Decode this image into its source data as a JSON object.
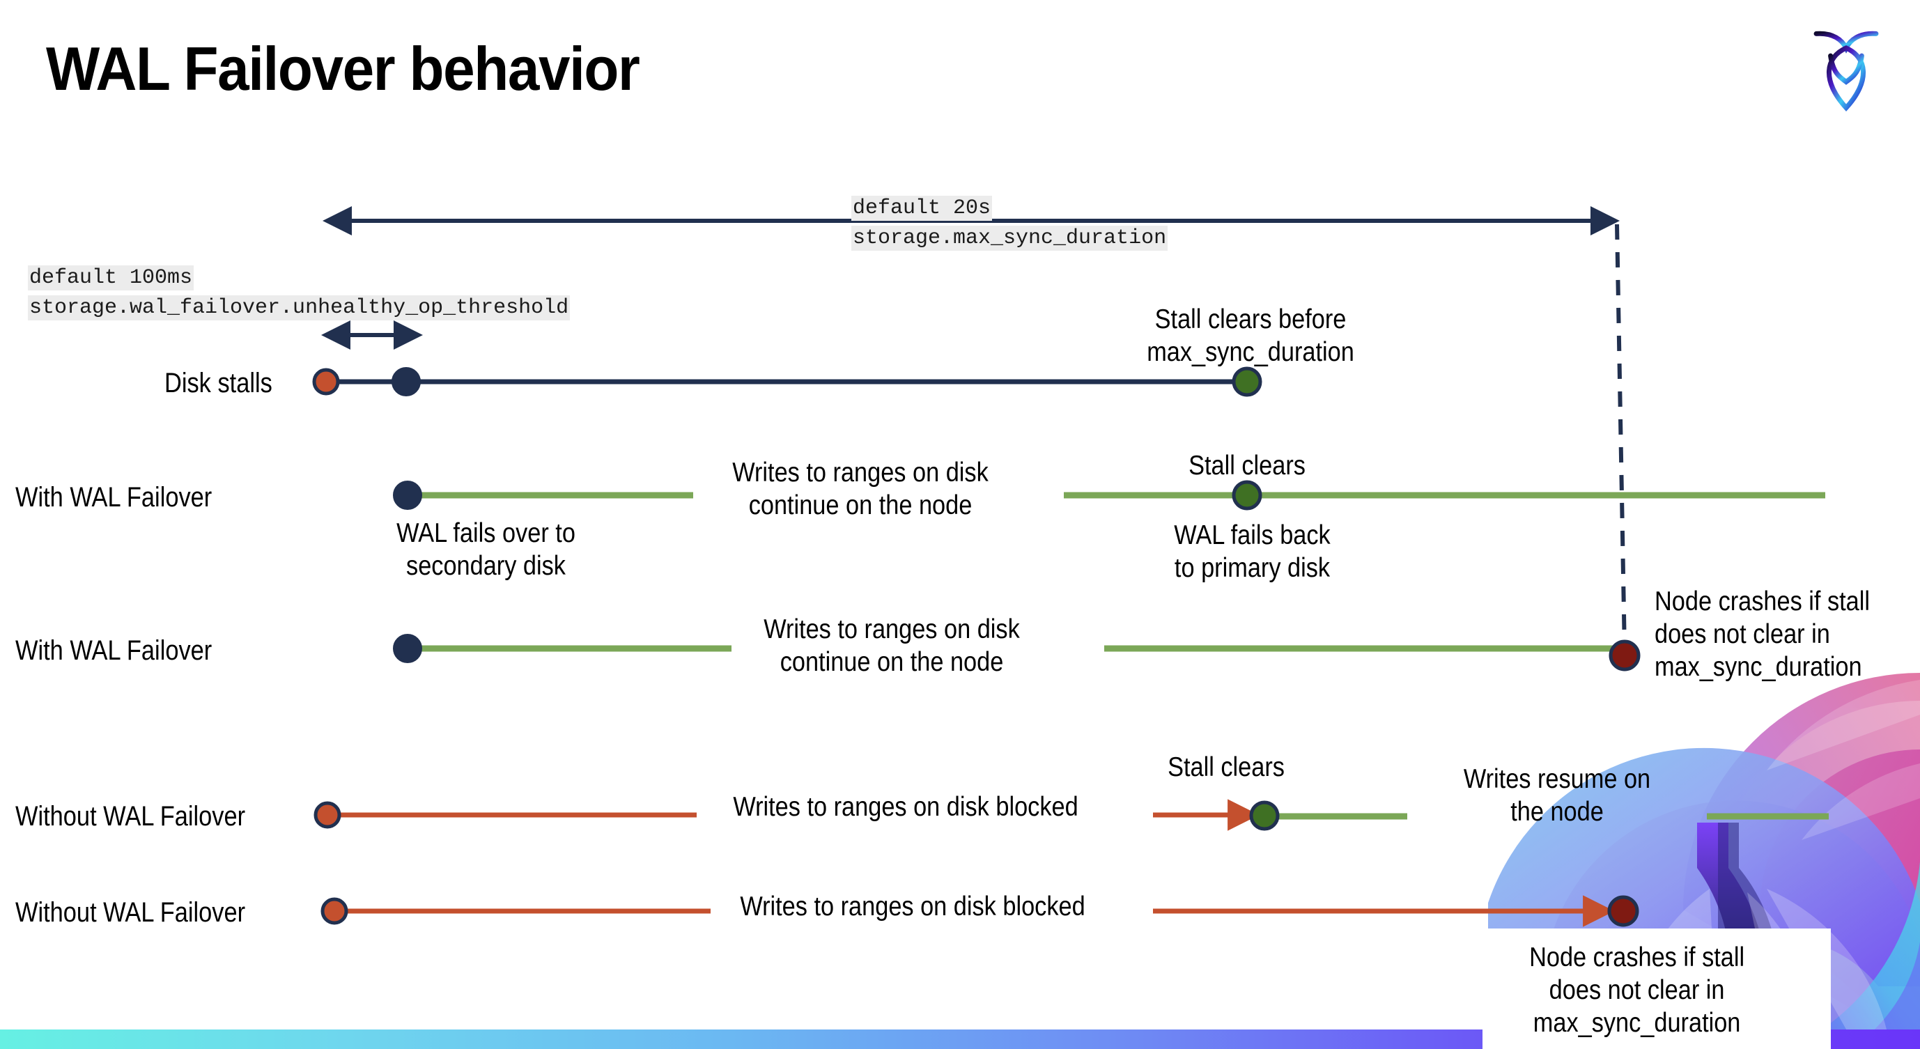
{
  "slide": {
    "title": "WAL Failover behavior",
    "logo_name": "cockroachdb-logo"
  },
  "settings": [
    {
      "id": "max-sync-duration",
      "default_label": "default 20s",
      "setting_label": "storage.max_sync_duration"
    },
    {
      "id": "unhealthy-op-threshold",
      "default_label": "default 100ms",
      "setting_label": "storage.wal_failover.unhealthy_op_threshold"
    }
  ],
  "rows": [
    {
      "id": "disk-stalls",
      "label": "Disk stalls",
      "annotation": "Stall clears before\nmax_sync_duration"
    },
    {
      "id": "with-wal-failover-clears",
      "label": "With WAL Failover",
      "note_start": "WAL fails over to\nsecondary disk",
      "note_middle": "Writes to ranges on disk\ncontinue on the node",
      "note_clear": "Stall clears",
      "note_end": "WAL fails  back\nto primary disk"
    },
    {
      "id": "with-wal-failover-crash",
      "label": "With WAL Failover",
      "note_middle": "Writes to ranges on disk\ncontinue on the node",
      "note_crash": "Node crashes if stall\ndoes not clear in\nmax_sync_duration"
    },
    {
      "id": "without-wal-failover-clears",
      "label": "Without WAL Failover",
      "note_blocked": "Writes to ranges on disk  blocked",
      "note_clear": "Stall clears",
      "note_resume": "Writes resume on\nthe node"
    },
    {
      "id": "without-wal-failover-crash",
      "label": "Without WAL Failover",
      "note_blocked": "Writes to ranges on disk  blocked",
      "note_crash": "Node crashes if stall\ndoes not clear in\nmax_sync_duration"
    }
  ],
  "colors": {
    "navy": "#21304F",
    "orange": "#C4502E",
    "green_line": "#7BA757",
    "green_dot": "#3F7023",
    "dark_red": "#7F1A12",
    "code_bg": "#ECECEC"
  }
}
